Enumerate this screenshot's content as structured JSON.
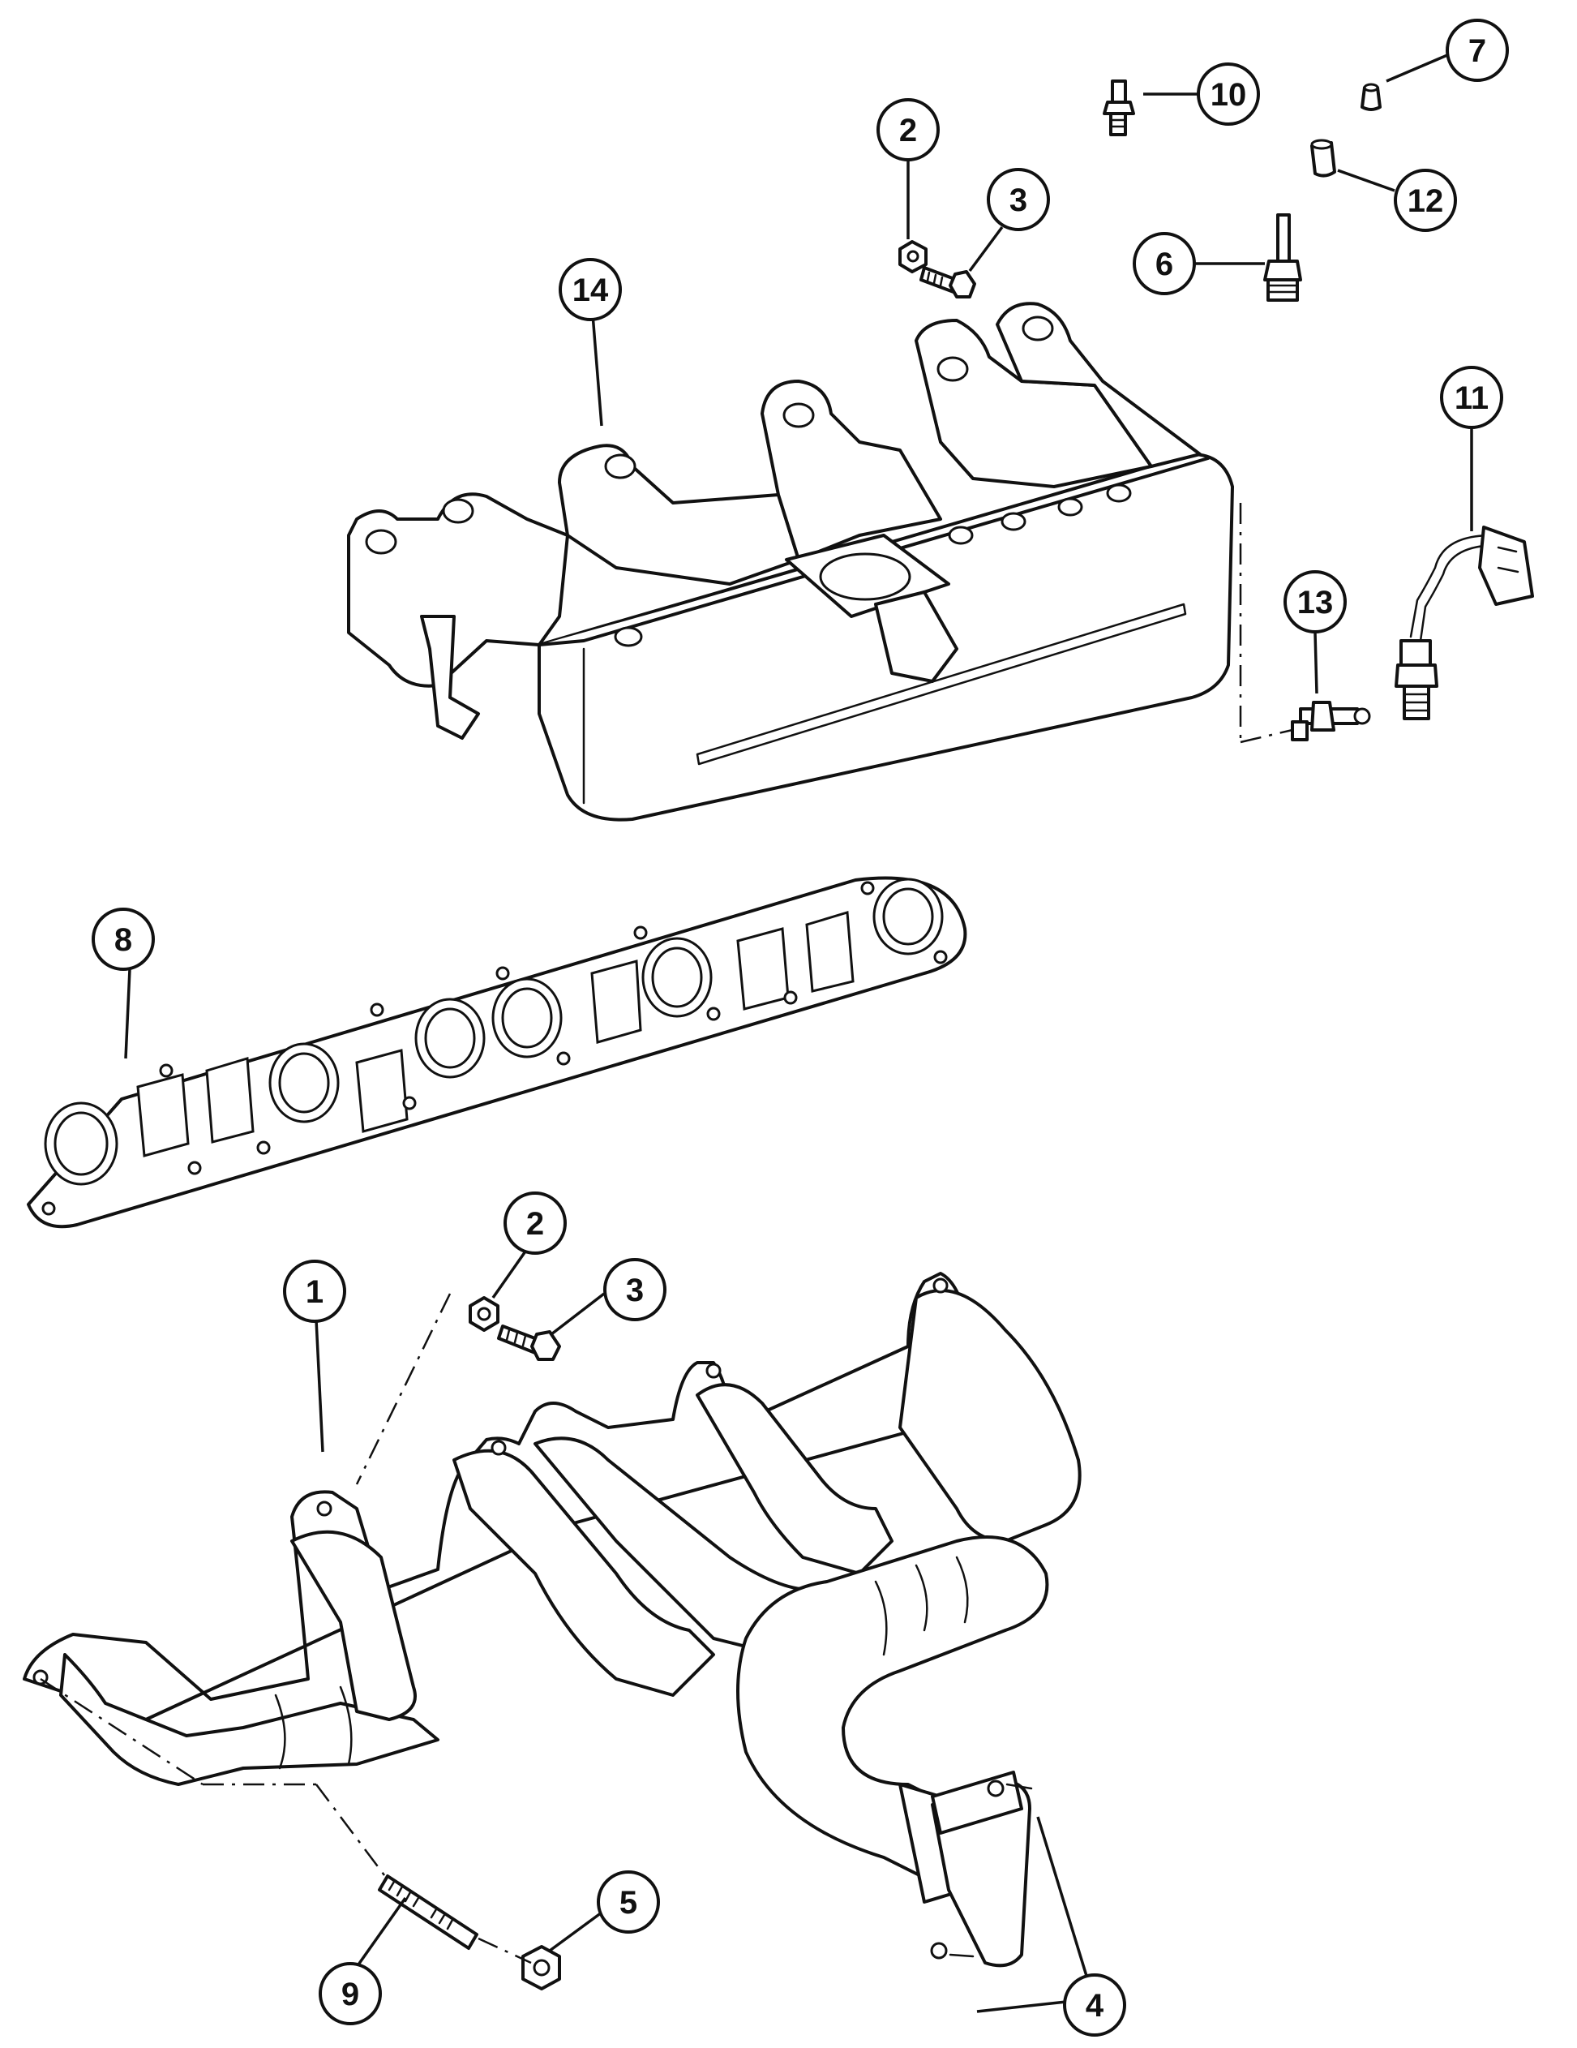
{
  "callouts": [
    {
      "key": "c7",
      "label": "7"
    },
    {
      "key": "c10",
      "label": "10"
    },
    {
      "key": "c2a",
      "label": "2"
    },
    {
      "key": "c3a",
      "label": "3"
    },
    {
      "key": "c12",
      "label": "12"
    },
    {
      "key": "c6",
      "label": "6"
    },
    {
      "key": "c14",
      "label": "14"
    },
    {
      "key": "c11",
      "label": "11"
    },
    {
      "key": "c13",
      "label": "13"
    },
    {
      "key": "c8",
      "label": "8"
    },
    {
      "key": "c2b",
      "label": "2"
    },
    {
      "key": "c1",
      "label": "1"
    },
    {
      "key": "c3b",
      "label": "3"
    },
    {
      "key": "c5",
      "label": "5"
    },
    {
      "key": "c9",
      "label": "9"
    },
    {
      "key": "c4",
      "label": "4"
    }
  ]
}
